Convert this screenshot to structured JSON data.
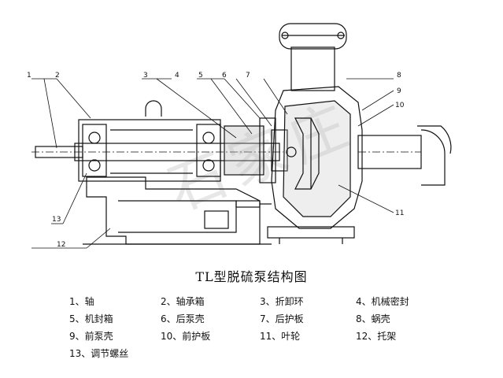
{
  "title": "TL型脱硫泵结构图",
  "callouts": [
    "1",
    "2",
    "3",
    "4",
    "5",
    "6",
    "7",
    "8",
    "9",
    "10",
    "11",
    "12",
    "13"
  ],
  "legend": [
    "1、轴",
    "2、轴承箱",
    "3、折卸环",
    "4、机械密封",
    "5、机封箱",
    "6、后泵壳",
    "7、后护板",
    "8、蜗壳",
    "9、前泵壳",
    "10、前护板",
    "11、叶轮",
    "12、托架",
    "13、调节螺丝"
  ],
  "watermark": "石家庄"
}
